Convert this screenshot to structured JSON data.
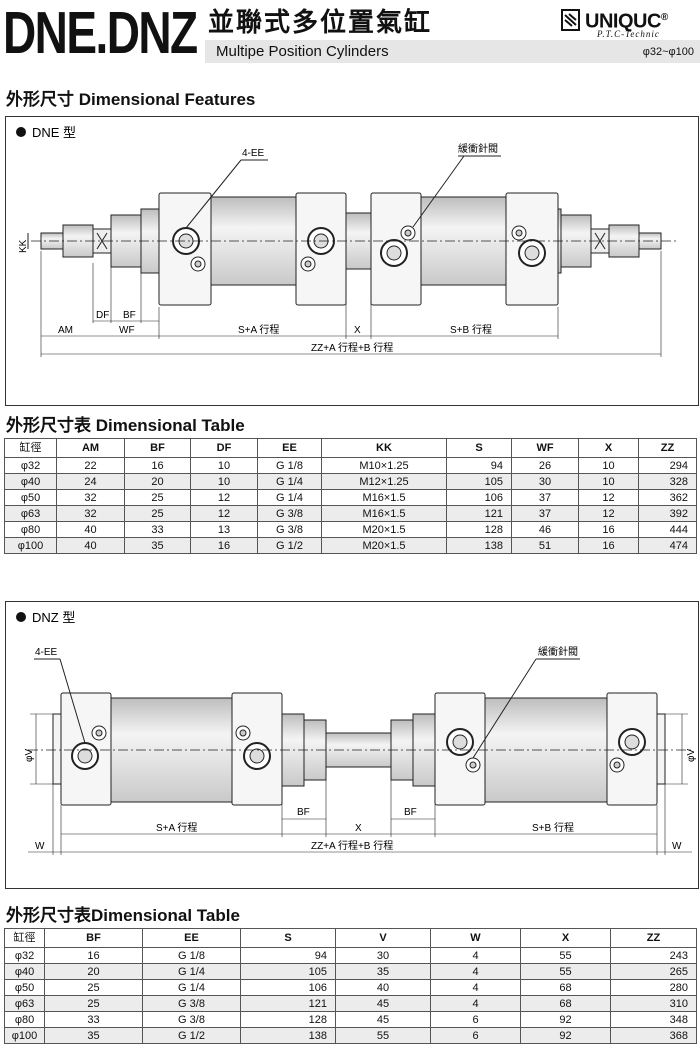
{
  "header": {
    "model": "DNE.DNZ",
    "title_cn": "並聯式多位置氣缸",
    "title_en": "Multipe Position Cylinders",
    "bore_range": "φ32~φ100",
    "brand": "UNIQUC",
    "brand_reg": "®",
    "brand_sub": "P.T.C-Technic"
  },
  "section1_title": "外形尺寸 Dimensional Features",
  "dne": {
    "type_label": "DNE 型",
    "labels": {
      "ee": "4-EE",
      "valve": "緩衝針閥",
      "kk": "KK",
      "df": "DF",
      "bf": "BF",
      "am": "AM",
      "wf": "WF",
      "sa": "S+A 行程",
      "x": "X",
      "sb": "S+B 行程",
      "zz": "ZZ+A 行程+B 行程"
    }
  },
  "table1_title": "外形尺寸表 Dimensional Table",
  "table1": {
    "headers": [
      "缸徑",
      "AM",
      "BF",
      "DF",
      "EE",
      "KK",
      "S",
      "WF",
      "X",
      "ZZ"
    ],
    "rows": [
      [
        "φ32",
        "22",
        "16",
        "10",
        "G 1/8",
        "M10×1.25",
        "94",
        "26",
        "10",
        "294"
      ],
      [
        "φ40",
        "24",
        "20",
        "10",
        "G 1/4",
        "M12×1.25",
        "105",
        "30",
        "10",
        "328"
      ],
      [
        "φ50",
        "32",
        "25",
        "12",
        "G 1/4",
        "M16×1.5",
        "106",
        "37",
        "12",
        "362"
      ],
      [
        "φ63",
        "32",
        "25",
        "12",
        "G 3/8",
        "M16×1.5",
        "121",
        "37",
        "12",
        "392"
      ],
      [
        "φ80",
        "40",
        "33",
        "13",
        "G 3/8",
        "M20×1.5",
        "128",
        "46",
        "16",
        "444"
      ],
      [
        "φ100",
        "40",
        "35",
        "16",
        "G 1/2",
        "M20×1.5",
        "138",
        "51",
        "16",
        "474"
      ]
    ]
  },
  "dnz": {
    "type_label": "DNZ 型",
    "labels": {
      "ee": "4-EE",
      "valve": "緩衝針閥",
      "v": "φV",
      "bf": "BF",
      "sa": "S+A 行程",
      "x": "X",
      "sb": "S+B 行程",
      "w": "W",
      "zz": "ZZ+A 行程+B 行程"
    }
  },
  "table2_title": "外形尺寸表Dimensional Table",
  "table2": {
    "headers": [
      "缸徑",
      "BF",
      "EE",
      "S",
      "V",
      "W",
      "X",
      "ZZ"
    ],
    "rows": [
      [
        "φ32",
        "16",
        "G 1/8",
        "94",
        "30",
        "4",
        "55",
        "243"
      ],
      [
        "φ40",
        "20",
        "G 1/4",
        "105",
        "35",
        "4",
        "55",
        "265"
      ],
      [
        "φ50",
        "25",
        "G 1/4",
        "106",
        "40",
        "4",
        "68",
        "280"
      ],
      [
        "φ63",
        "25",
        "G 3/8",
        "121",
        "45",
        "4",
        "68",
        "310"
      ],
      [
        "φ80",
        "33",
        "G 3/8",
        "128",
        "45",
        "6",
        "92",
        "348"
      ],
      [
        "φ100",
        "35",
        "G 1/2",
        "138",
        "55",
        "6",
        "92",
        "368"
      ]
    ]
  }
}
